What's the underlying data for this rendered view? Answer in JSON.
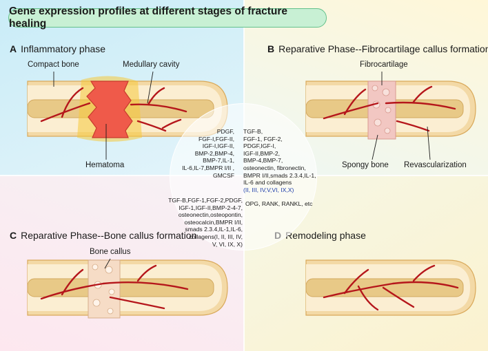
{
  "title": "Gene expression profiles at different stages of fracture healing",
  "panels": {
    "a": {
      "letter": "A",
      "title": "Inflammatory phase"
    },
    "b": {
      "letter": "B",
      "title": "Reparative Phase--Fibrocartilage callus formation"
    },
    "c": {
      "letter": "C",
      "title": "Reparative Phase--Bone callus formation"
    },
    "d": {
      "letter": "D",
      "title": "Remodeling phase"
    }
  },
  "callouts": {
    "compact_bone": "Compact bone",
    "medullary_cavity": "Medullary cavity",
    "hematoma": "Hematoma",
    "fibrocartilage": "Fibrocartilage",
    "spongy_bone": "Spongy bone",
    "revascularization": "Revascularization",
    "bone_callus": "Bone callus"
  },
  "genes": {
    "inflammatory": [
      "PDGF,",
      "FGF-I,FGF-II,",
      "IGF-I,IGF-II,",
      "BMP-2,BMP-4,",
      "BMP-7,IL-1,",
      "IL-6,IL-7,BMPR I/II ,",
      "GMCSF"
    ],
    "fibrocartilage": [
      "TGF-B,",
      "FGF-1, FGF-2,",
      "PDGF,IGF-I,",
      "IGF-II,BMP-2,",
      "BMP-4,BMP-7,",
      "osteonectin, fibronectin,",
      "BMPR I/II,smads 2.3.4,IL-1,",
      "IL-6 and collagens"
    ],
    "fibrocartilage_collagens": "(II, III, IV,V,VI, IX,X)",
    "bone_callus": [
      "TGF-B,FGF-1,FGF-2,PDGF,",
      "IGF-1,IGF-II,BMP-2-4-7,",
      "osteonectin,osteopontin,",
      "osteocalcin,BMPR I/II,",
      "smads 2.3.4,IL-1,IL-6,",
      "collagens(I, II, III, IV,",
      "V, VI, IX, X)"
    ],
    "remodeling": [
      "OPG, RANK, RANKL, etc"
    ]
  },
  "colors": {
    "title_fill": "#c8f0d4",
    "title_border": "#62c08a",
    "bone_outer": "#f3d9a6",
    "bone_inner": "#fbeed2",
    "marrow": "#e8c987",
    "vessel": "#b5161b",
    "hematoma": "#ef5a4a",
    "gene_blue": "#1a3aa8"
  }
}
